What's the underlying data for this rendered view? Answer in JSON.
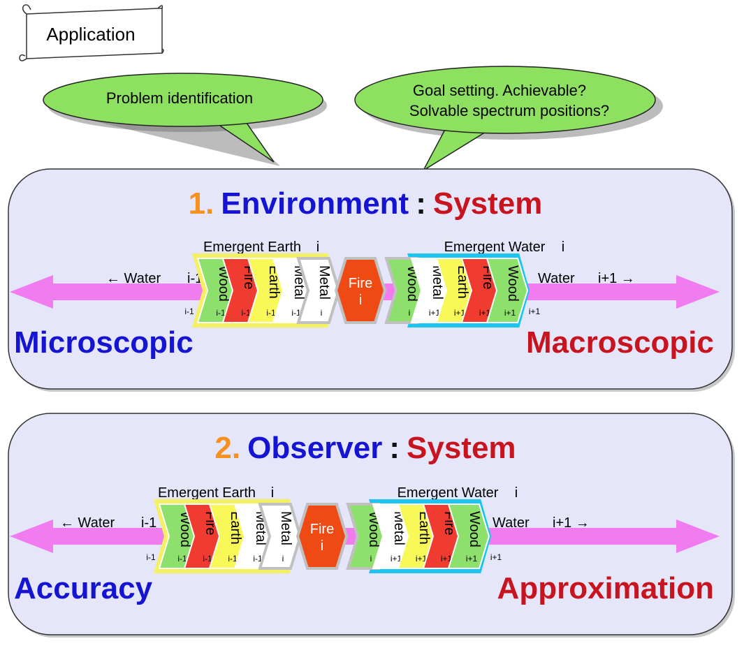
{
  "title": "Application",
  "bubbles": {
    "problem": "Problem identification",
    "goal_line1": "Goal setting. Achievable?",
    "goal_line2": "Solvable spectrum positions?"
  },
  "colors": {
    "panel_fill": "#e6e6fa",
    "arrow_pink": "#f07cf0",
    "bubble_green": "#8ee061",
    "number_orange": "#f6911e",
    "left_blue": "#1414d2",
    "right_red": "#c8141e",
    "fire_red": "#f03c30",
    "fire_center": "#f04a14",
    "earth_yellow": "#f8f858",
    "wood_green": "#8ee06c",
    "metal_white": "#ffffff",
    "border_yellow": "#f4f060",
    "border_cyan": "#1cc4f0",
    "border_gray": "#c0c0c0"
  },
  "panels": [
    {
      "number": "1.",
      "left_word": "Environment",
      "separator": ":",
      "right_word": "System",
      "emergent_left": "Emergent Earth",
      "emergent_left_index": "i",
      "emergent_right": "Emergent Water",
      "emergent_right_index": "i",
      "water_left": "← Water",
      "water_left_index": "i-1",
      "water_right": "Water",
      "water_right_index": "i+1 →",
      "idx_left": "i-1",
      "idx_right": "i+1",
      "bottom_left": "Microscopic",
      "bottom_right": "Macroscopic",
      "left_chevrons": [
        {
          "label": "Wood",
          "index": "i-1"
        },
        {
          "label": "Fire",
          "index": "i-1"
        },
        {
          "label": "Earth",
          "index": "i-1"
        },
        {
          "label": "Metal",
          "index": "i-1"
        },
        {
          "label": "Metal",
          "index": "i"
        }
      ],
      "center": {
        "label": "Fire",
        "index": "i"
      },
      "right_chevrons": [
        {
          "label": "Wood",
          "index": "i"
        },
        {
          "label": "Metal",
          "index": "i+1"
        },
        {
          "label": "Earth",
          "index": "i+1"
        },
        {
          "label": "Fire",
          "index": "i+1"
        },
        {
          "label": "Wood",
          "index": "i+1"
        }
      ]
    },
    {
      "number": "2.",
      "left_word": "Observer",
      "separator": ":",
      "right_word": "System",
      "emergent_left": "Emergent Earth",
      "emergent_left_index": "i",
      "emergent_right": "Emergent Water",
      "emergent_right_index": "i",
      "water_left": "← Water",
      "water_left_index": "i-1",
      "water_right": "Water",
      "water_right_index": "i+1 →",
      "idx_left": "i-1",
      "idx_right": "i+1",
      "bottom_left": "Accuracy",
      "bottom_right": "Approximation",
      "left_chevrons": [
        {
          "label": "Wood",
          "index": "i-1"
        },
        {
          "label": "Fire",
          "index": "i-1"
        },
        {
          "label": "Earth",
          "index": "i-1"
        },
        {
          "label": "Metal",
          "index": "i-1"
        },
        {
          "label": "Metal",
          "index": "i"
        }
      ],
      "center": {
        "label": "Fire",
        "index": "i"
      },
      "right_chevrons": [
        {
          "label": "Wood",
          "index": "i"
        },
        {
          "label": "Metal",
          "index": "i+1"
        },
        {
          "label": "Earth",
          "index": "i+1"
        },
        {
          "label": "Fire",
          "index": "i+1"
        },
        {
          "label": "Wood",
          "index": "i+1"
        }
      ]
    }
  ]
}
